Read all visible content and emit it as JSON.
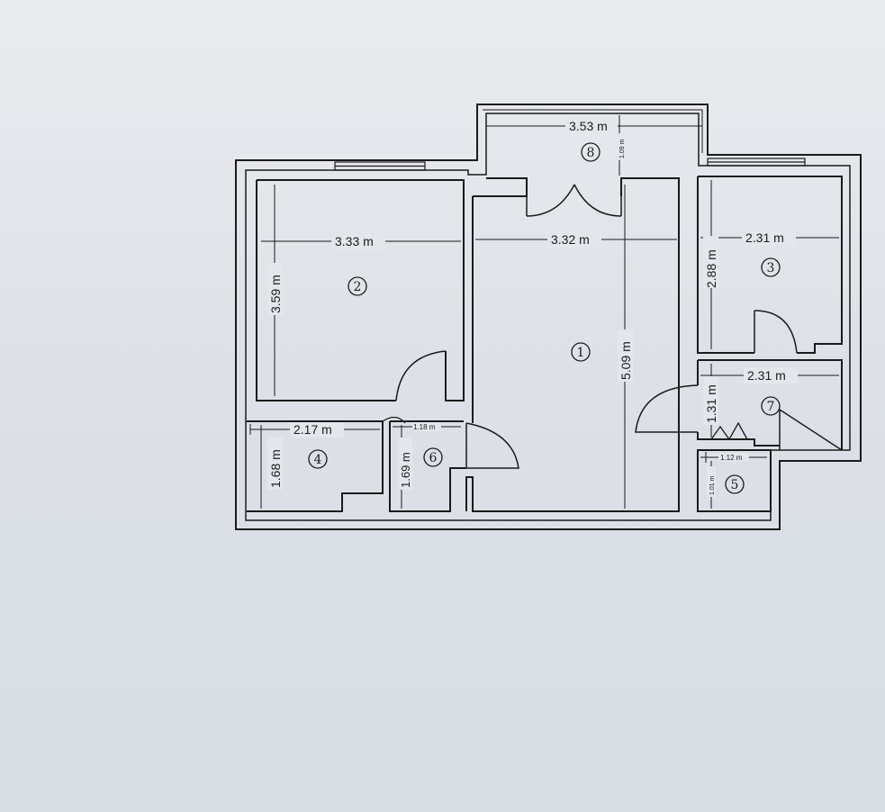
{
  "colors": {
    "paper": "#dfe3e9",
    "line": "#1a1a1a"
  },
  "rooms": [
    {
      "id": "room-1",
      "number": "1"
    },
    {
      "id": "room-2",
      "number": "2"
    },
    {
      "id": "room-3",
      "number": "3"
    },
    {
      "id": "room-4",
      "number": "4"
    },
    {
      "id": "room-5",
      "number": "5"
    },
    {
      "id": "room-6",
      "number": "6"
    },
    {
      "id": "room-7",
      "number": "7"
    },
    {
      "id": "room-8",
      "number": "8"
    }
  ],
  "dimensions": {
    "balcony_width": "3.53 m",
    "balcony_depth": "1.09 m",
    "room2_width": "3.33 m",
    "room2_height": "3.59 m",
    "room1_width": "3.32 m",
    "room1_height": "5.09 m",
    "room3_width": "2.31 m",
    "room3_height": "2.88 m",
    "room7_width": "2.31 m",
    "room7_height": "1.31 m",
    "room4_width": "2.17 m",
    "room4_height": "1.68 m",
    "room6_width": "1.18 m",
    "room6_height": "1.69 m",
    "room5_width": "1.12 m",
    "room5_height": "1.01 m"
  }
}
